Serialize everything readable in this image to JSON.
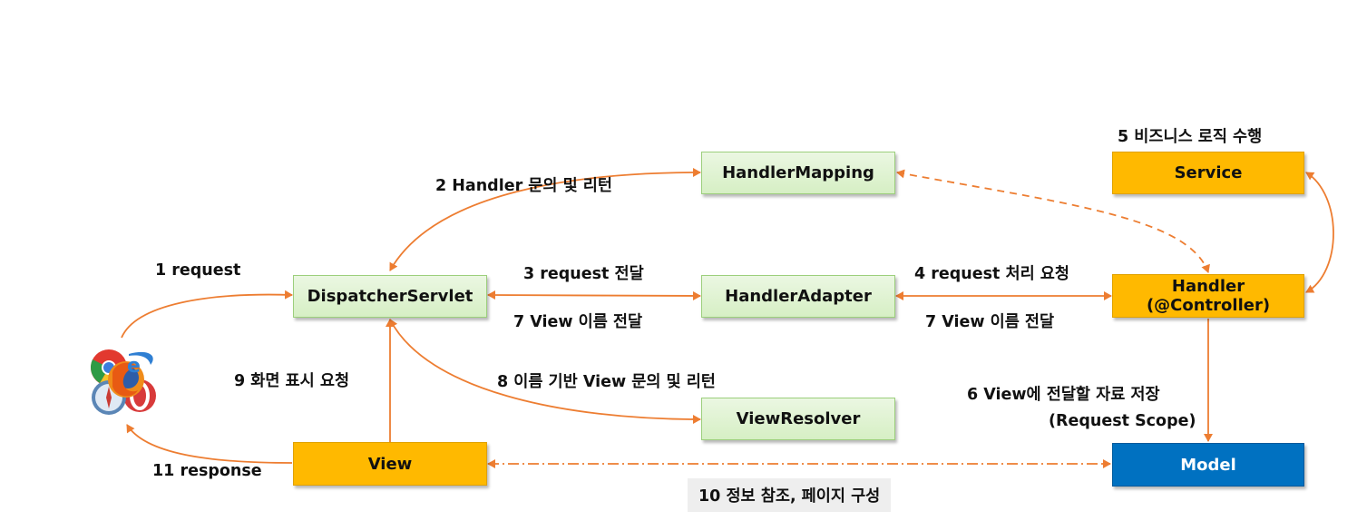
{
  "boxes": {
    "handler_mapping": "HandlerMapping",
    "dispatcher_servlet": "DispatcherServlet",
    "handler_adapter": "HandlerAdapter",
    "view_resolver": "ViewResolver",
    "service": "Service",
    "handler_line1": "Handler",
    "handler_line2": "(@Controller)",
    "view": "View",
    "model": "Model"
  },
  "labels": {
    "step1": "1 request",
    "step2": "2 Handler 문의 및 리턴",
    "step3": "3 request 전달",
    "step4": "4 request 처리 요청",
    "step5": "5 비즈니스 로직 수행",
    "step6_line1": "6 View에 전달할 자료 저장",
    "step6_line2": "(Request Scope)",
    "step7_left": "7 View 이름 전달",
    "step7_right": "7 View 이름 전달",
    "step8": "8 이름 기반 View 문의 및 리턴",
    "step9": "9 화면 표시 요청",
    "step10": "10 정보 참조, 페이지 구성",
    "step11": "11 response"
  },
  "icons": {
    "client": "browser-logos-icon"
  },
  "colors": {
    "arrow": "#ed7d31",
    "green_fill": "#dff2d0",
    "orange_fill": "#ffb900",
    "blue_fill": "#0071c1"
  }
}
